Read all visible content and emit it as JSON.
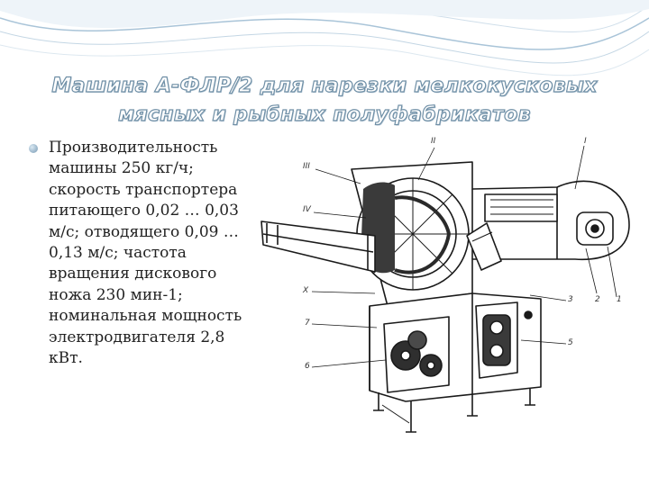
{
  "slide": {
    "title_line1": "Машина А-ФЛР/2 для нарезки мелкокусковых",
    "title_line2": "мясных и рыбных полуфабрикатов",
    "bullet_text": "Производительность машины 250 кг/ч; скорость транспортера питающего 0,02 … 0,03 м/с; отводящего 0,09 … 0,13 м/с; частота вращения дискового ножа 230 мин-1; номинальная мощность электродвигателя 2,8 кВт."
  },
  "figure": {
    "callouts": [
      "II",
      "I",
      "III",
      "IV",
      "X",
      "7",
      "6",
      "5",
      "3",
      "2",
      "1"
    ]
  },
  "colors": {
    "title_outline": "#6f8fa6",
    "wave_stroke": "#a9c4d8",
    "bullet": "#9db8cc",
    "drawing": "#1a1a1a"
  }
}
